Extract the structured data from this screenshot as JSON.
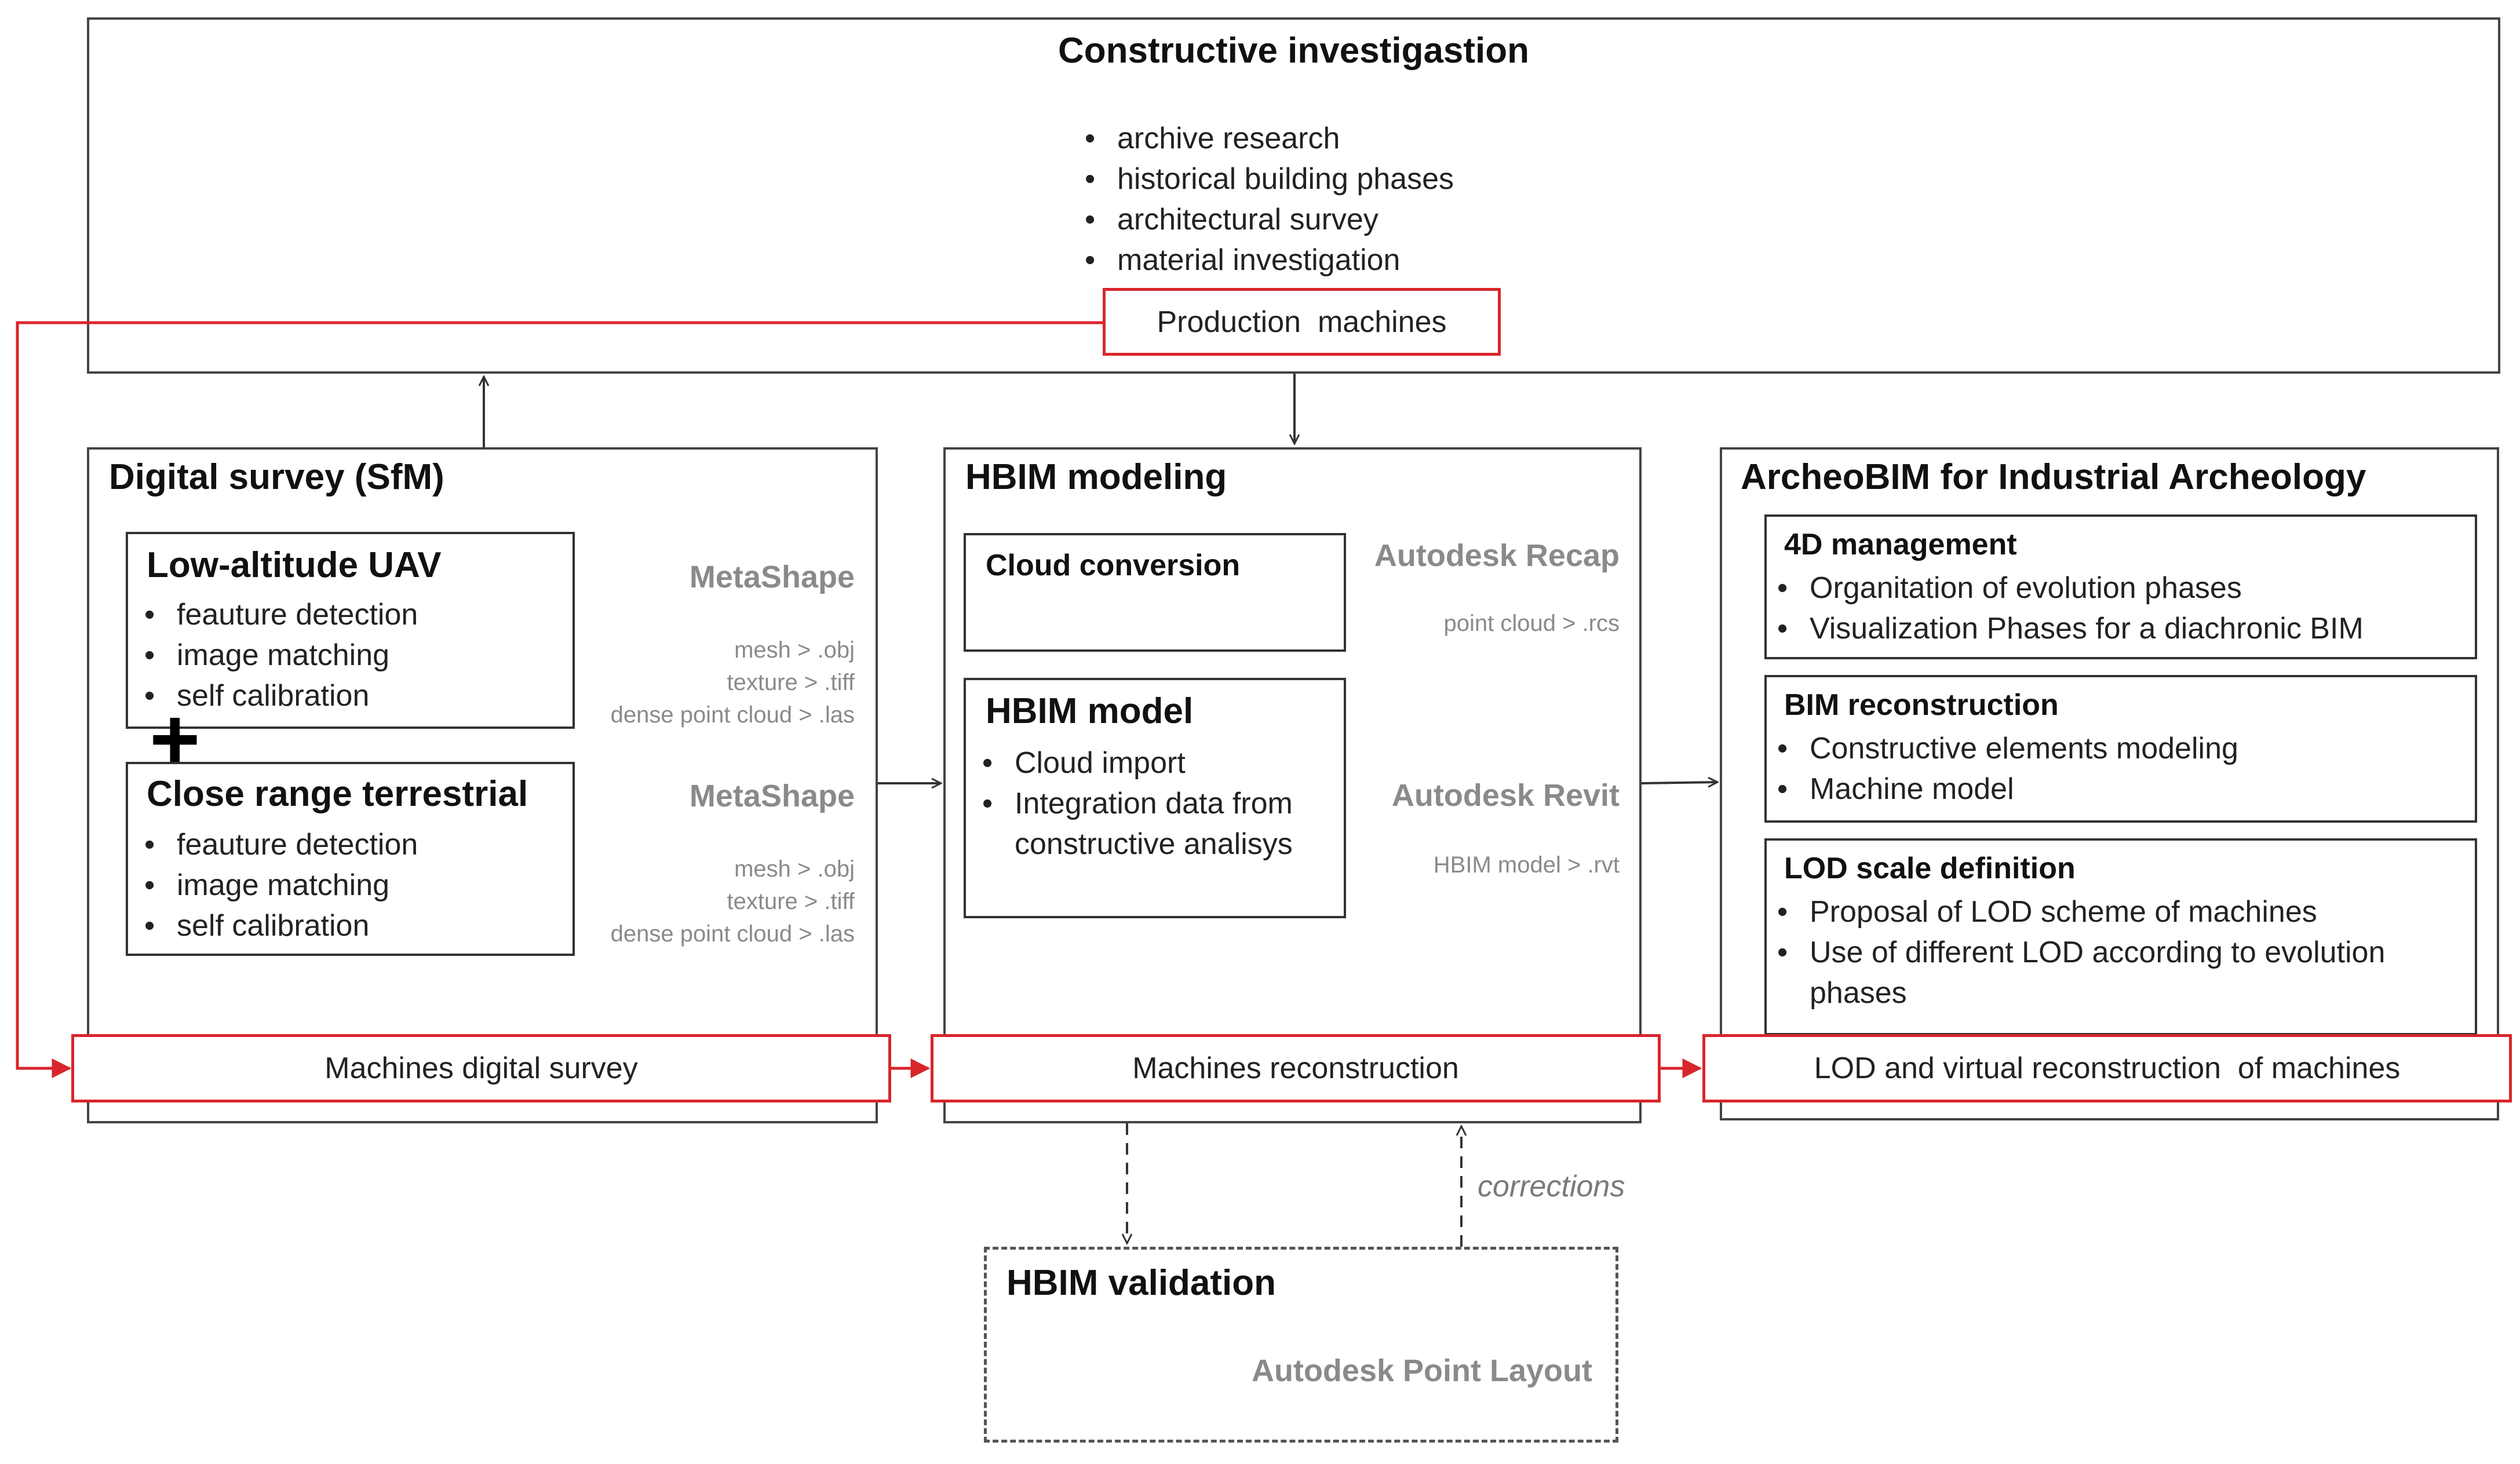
{
  "constructive": {
    "title": "Constructive investigastion",
    "items": [
      "archive research",
      "historical building phases",
      "architectural survey",
      "material investigation"
    ],
    "production_machines": "Production  machines"
  },
  "digital_survey": {
    "title": "Digital survey (SfM)",
    "uav": {
      "title": "Low-altitude UAV",
      "items": [
        "feauture detection",
        "image matching",
        "self calibration"
      ],
      "tool": "MetaShape",
      "formats": [
        "mesh > .obj",
        "texture > .tiff",
        "dense point cloud > .las"
      ]
    },
    "plus": "+",
    "terrestrial": {
      "title": "Close range terrestrial",
      "items": [
        "feauture detection",
        "image matching",
        "self calibration"
      ],
      "tool": "MetaShape",
      "formats": [
        "mesh > .obj",
        "texture > .tiff",
        "dense point cloud > .las"
      ]
    },
    "footer": "Machines digital survey"
  },
  "hbim_modeling": {
    "title": "HBIM modeling",
    "cloud_conversion": {
      "title": "Cloud conversion",
      "tool": "Autodesk Recap",
      "format": "point cloud > .rcs"
    },
    "hbim_model": {
      "title": "HBIM model",
      "items": [
        "Cloud import",
        "Integration data from constructive analisys"
      ],
      "tool": "Autodesk Revit",
      "format": "HBIM model > .rvt"
    },
    "footer": "Machines reconstruction"
  },
  "archeobim": {
    "title": "ArcheoBIM for Industrial Archeology",
    "management": {
      "title": "4D management",
      "items": [
        "Organitation of evolution phases",
        "Visualization Phases for a diachronic BIM"
      ]
    },
    "reconstruction": {
      "title": "BIM reconstruction",
      "items": [
        "Constructive elements modeling",
        "Machine model"
      ]
    },
    "lod": {
      "title": "LOD scale definition",
      "items": [
        "Proposal of LOD scheme of machines",
        "Use of different LOD according to evolution phases"
      ]
    },
    "footer": "LOD and virtual reconstruction  of machines"
  },
  "validation": {
    "title": "HBIM validation",
    "tool": "Autodesk Point Layout",
    "corrections": "corrections"
  },
  "colors": {
    "accent_red": "#d9262c",
    "border": "#444444",
    "tool_gray": "#8a8a8a"
  }
}
